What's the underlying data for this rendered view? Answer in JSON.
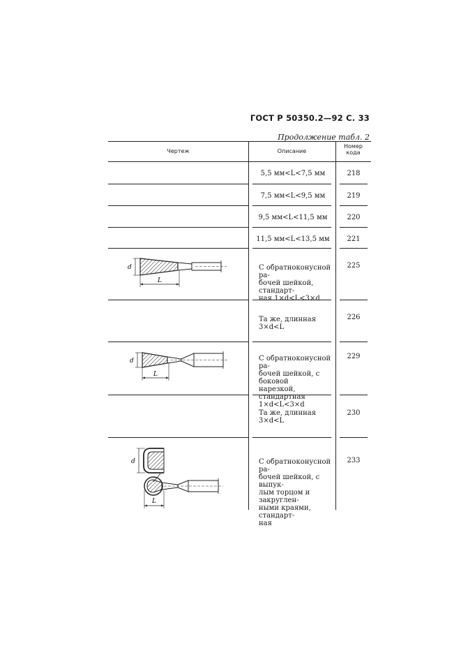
{
  "header": {
    "standard": "ГОСТ Р 50350.2—92 С. 33",
    "continuation": "Продолжение табл. 2"
  },
  "table": {
    "col_headers": {
      "drawing": "Чертеж",
      "description": "Описание",
      "code_line1": "Номер",
      "code_line2": "кода"
    },
    "rows": [
      {
        "description": "5,5 мм<L<7,5 мм",
        "code": "218"
      },
      {
        "description": "7,5 мм<L<9,5 мм",
        "code": "219"
      },
      {
        "description": "9,5 мм<L<11,5 мм",
        "code": "220"
      },
      {
        "description": "11,5 мм<L<13,5 мм",
        "code": "221"
      },
      {
        "description": [
          "С обратноконусной ра-",
          "бочей шейкой, стандарт-",
          "ная 1×d<L<3×d"
        ],
        "code": "225"
      },
      {
        "description": [
          "Та же, длинная",
          "3×d<L"
        ],
        "code": "226"
      },
      {
        "description": [
          "С обратноконусной ра-",
          "бочей шейкой, с боковой",
          "нарезкой, стандартная",
          "1×d<L<3×d"
        ],
        "code": "229"
      },
      {
        "description": [
          "Та же, длинная",
          "3×d<L"
        ],
        "code": "230"
      },
      {
        "description": [
          "С обратноконусной ра-",
          "бочей шейкой, с выпук-",
          "лым торцом и закруглен-",
          "ными краями, стандарт-",
          "ная"
        ],
        "code": "233"
      }
    ]
  },
  "drawing_labels": {
    "d": "d",
    "L": "L"
  }
}
